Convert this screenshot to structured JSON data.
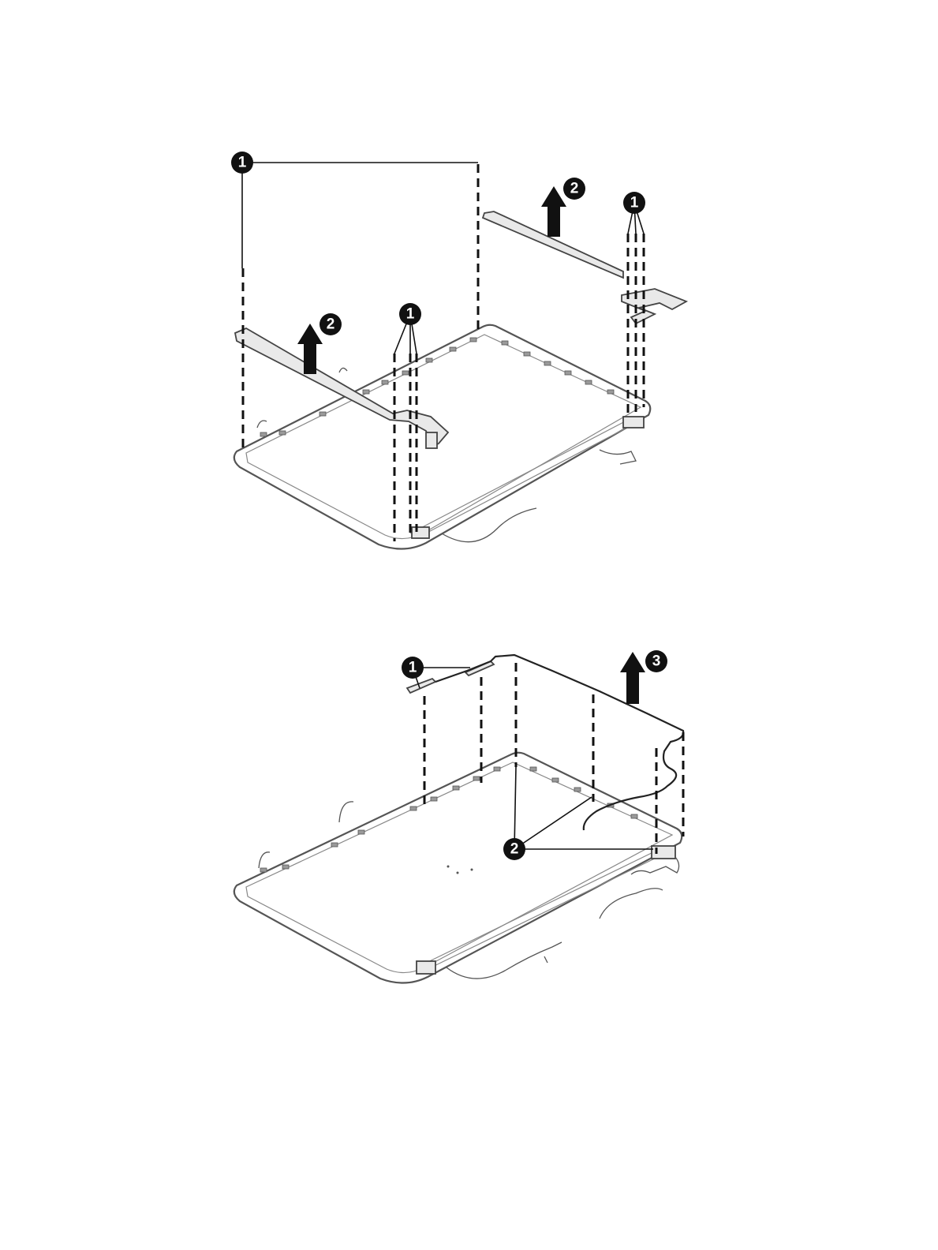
{
  "figure1": {
    "callouts": [
      {
        "id": "f1-c1-top-left",
        "label": "1"
      },
      {
        "id": "f1-c2-top-right",
        "label": "2"
      },
      {
        "id": "f1-c1-top-right",
        "label": "1"
      },
      {
        "id": "f1-c2-left",
        "label": "2"
      },
      {
        "id": "f1-c1-center",
        "label": "1"
      }
    ]
  },
  "figure2": {
    "callouts": [
      {
        "id": "f2-c1",
        "label": "1"
      },
      {
        "id": "f2-c3",
        "label": "3"
      },
      {
        "id": "f2-c2",
        "label": "2"
      }
    ]
  },
  "colors": {
    "ink": "#111111",
    "part_outline": "#555555",
    "background": "#ffffff"
  }
}
